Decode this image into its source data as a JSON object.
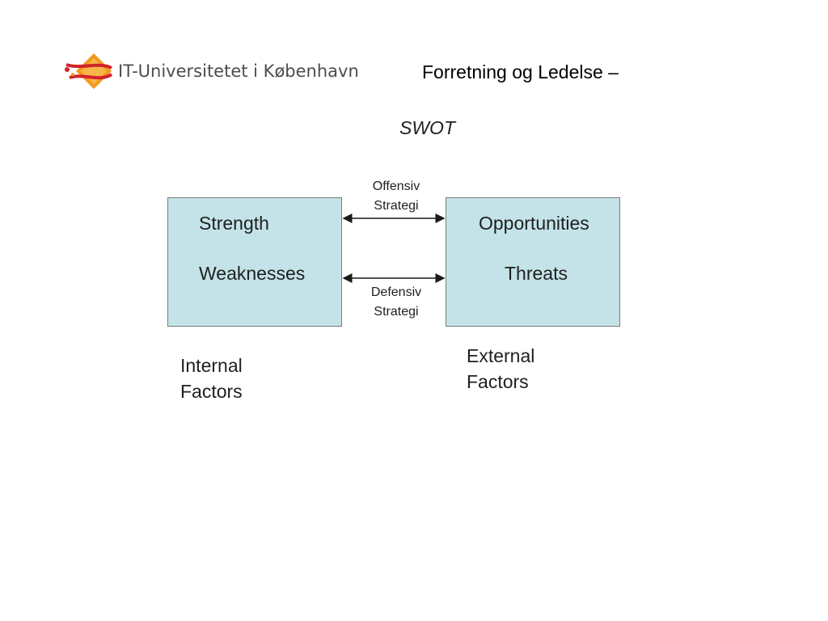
{
  "header": {
    "logo_text": "IT-Universitetet i København",
    "course_title": "Forretning og Ledelse –"
  },
  "diagram": {
    "title": "SWOT",
    "internal_box": {
      "items": [
        "Strength",
        "Weaknesses"
      ]
    },
    "external_box": {
      "items": [
        "Opportunities",
        "Threats"
      ]
    },
    "offensive": {
      "line1": "Offensiv",
      "line2": "Strategi"
    },
    "defensive": {
      "line1": "Defensiv",
      "line2": "Strategi"
    },
    "internal_factors": {
      "line1": "Internal",
      "line2": "Factors"
    },
    "external_factors": {
      "line1": "External",
      "line2": "Factors"
    }
  },
  "colors": {
    "box_fill": "#c3e3e8",
    "logo_orange": "#f29a1f",
    "logo_red": "#d2232a"
  },
  "icons": {
    "logo": "itu-logo-icon"
  }
}
